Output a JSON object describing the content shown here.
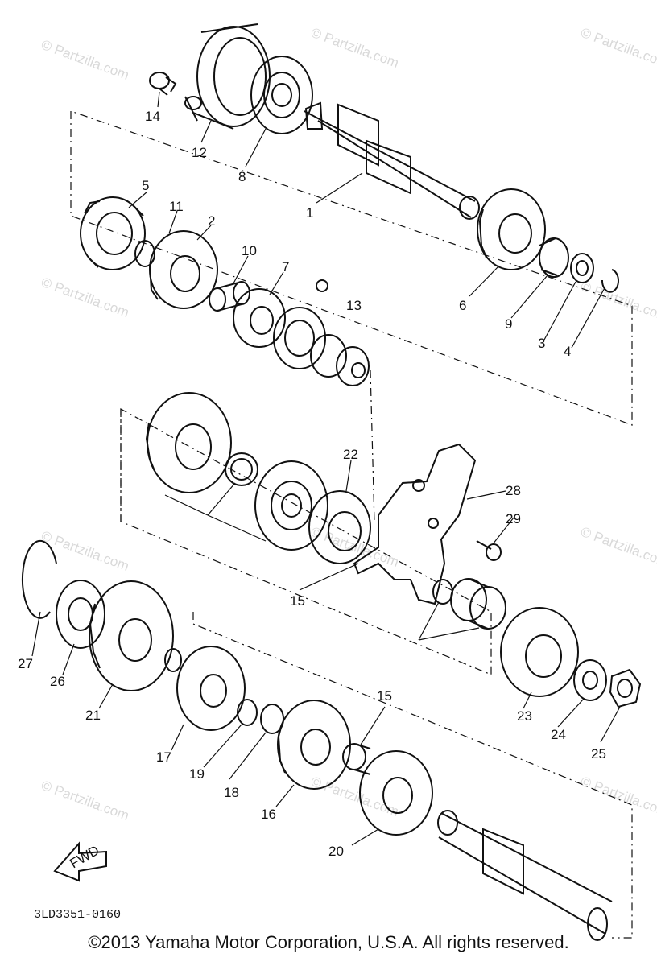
{
  "diagram_code": "3LD3351-0160",
  "copyright": "©2013  Yamaha Motor Corporation, U.S.A. All rights reserved.",
  "watermark": "© Partzilla.com",
  "fwd_label": "FWD",
  "callouts": {
    "p1": "1",
    "p2": "2",
    "p3": "3",
    "p4": "4",
    "p5": "5",
    "p6": "6",
    "p7": "7",
    "p8": "8",
    "p9": "9",
    "p10": "10",
    "p11": "11",
    "p12": "12",
    "p13": "13",
    "p14": "14",
    "p15a": "15",
    "p15b": "15",
    "p16": "16",
    "p17": "17",
    "p18": "18",
    "p19": "19",
    "p20": "20",
    "p21": "21",
    "p22": "22",
    "p23": "23",
    "p24": "24",
    "p25": "25",
    "p26": "26",
    "p27": "27",
    "p28": "28",
    "p29": "29"
  }
}
